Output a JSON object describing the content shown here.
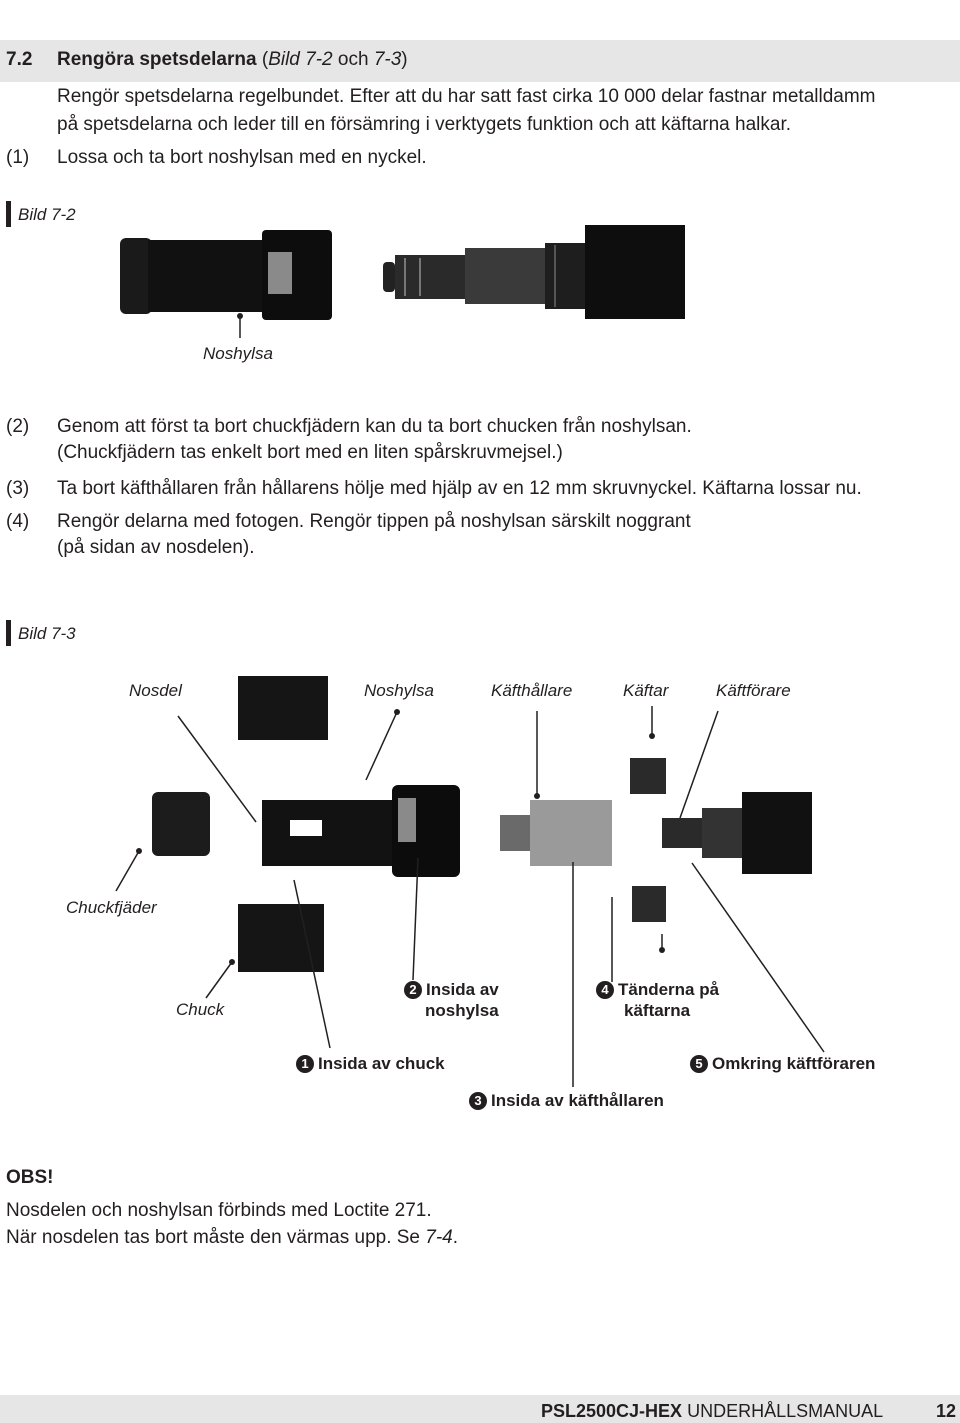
{
  "section": {
    "number": "7.2",
    "title": "Rengöra spetsdelarna",
    "ref_open": "(",
    "ref_italic": "Bild 7-2",
    "ref_mid": " och ",
    "ref_italic2": "7-3",
    "ref_close": ")"
  },
  "intro": [
    "Rengör spetsdelarna regelbundet. Efter att du har satt fast cirka 10 000 delar fastnar metalldamm",
    "på spetsdelarna och leder till en försämring i verktygets funktion och att käftarna halkar."
  ],
  "step1": {
    "num": "(1)",
    "text": "Lossa och ta bort noshylsan med en nyckel."
  },
  "fig72": {
    "caption": "Bild 7-2",
    "label": "Noshylsa"
  },
  "step2": {
    "num": "(2)",
    "line1": "Genom att först ta bort chuckfjädern kan du ta bort chucken från noshylsan.",
    "line2": "(Chuckfjädern tas enkelt bort med en liten spårskruvmejsel.)"
  },
  "step3": {
    "num": "(3)",
    "text": "Ta bort käfthållaren från hållarens hölje med hjälp av en 12 mm skruvnyckel. Käftarna lossar nu."
  },
  "step4": {
    "num": "(4)",
    "line1": "Rengör delarna med fotogen. Rengör tippen på noshylsan särskilt noggrant",
    "line2": "(på sidan av nosdelen)."
  },
  "fig73": {
    "caption": "Bild 7-3",
    "labels": {
      "nosdel": "Nosdel",
      "noshylsa": "Noshylsa",
      "kafthallare": "Käfthållare",
      "kaftar": "Käftar",
      "kaftforare": "Käftförare",
      "chuckfjader": "Chuckfjäder",
      "chuck": "Chuck"
    },
    "callouts": [
      {
        "n": "1",
        "text": "Insida av chuck"
      },
      {
        "n": "2",
        "line1": "Insida av",
        "line2": "noshylsa"
      },
      {
        "n": "3",
        "text": "Insida av käfthållaren"
      },
      {
        "n": "4",
        "line1": "Tänderna på",
        "line2": "käftarna"
      },
      {
        "n": "5",
        "text": "Omkring käftföraren"
      }
    ]
  },
  "obs": {
    "title": "OBS!",
    "line1": "Nosdelen och noshylsan förbinds med Loctite 271.",
    "line2_pre": "När nosdelen tas bort måste den värmas upp. Se ",
    "line2_ref": "7-4",
    "line2_post": "."
  },
  "footer": {
    "product": "PSL2500CJ-HEX",
    "manual": " UNDERHÅLLSMANUAL",
    "page": "12"
  }
}
